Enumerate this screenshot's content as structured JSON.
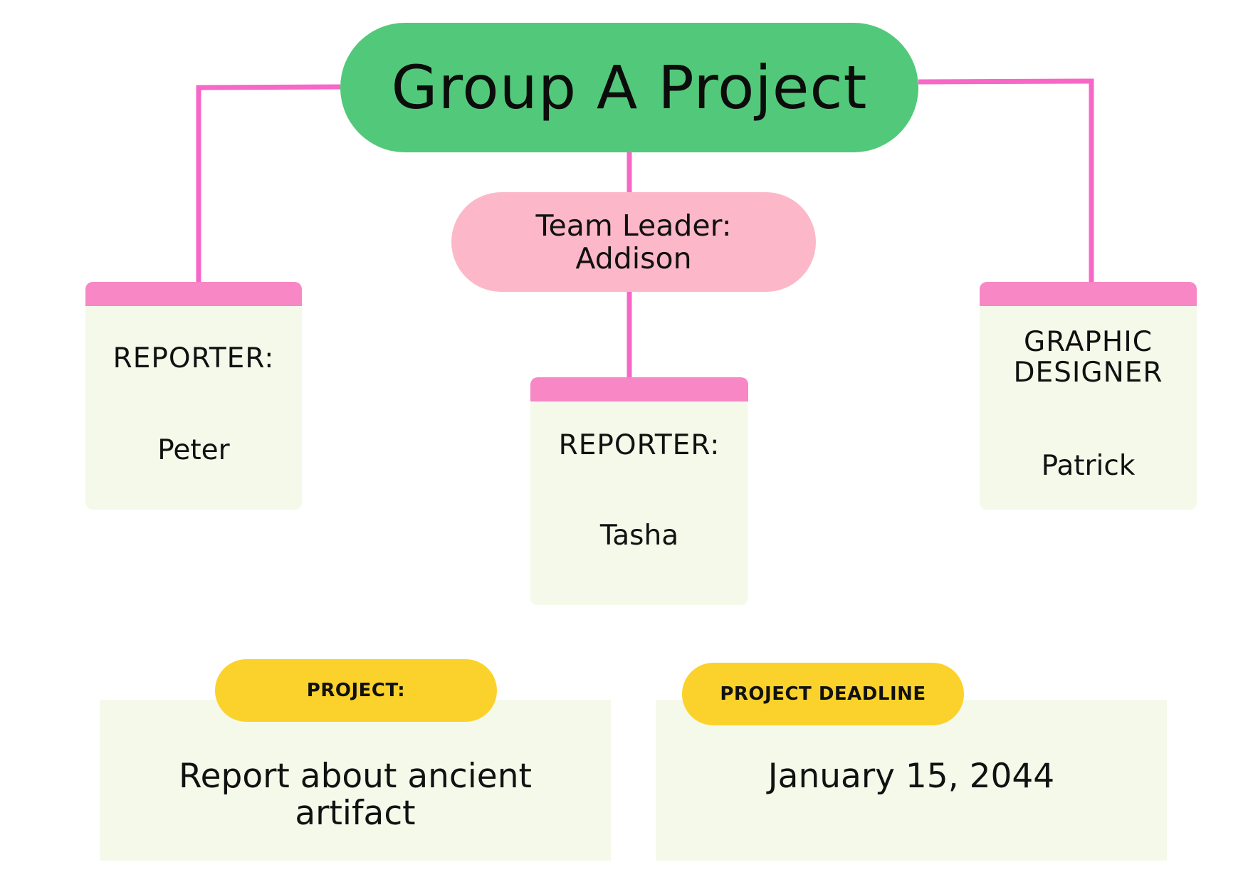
{
  "title": "Group A Project",
  "team_leader": {
    "line1": "Team Leader:",
    "line2": "Addison"
  },
  "members": [
    {
      "role": "REPORTER:",
      "name": "Peter"
    },
    {
      "role": "REPORTER:",
      "name": "Tasha"
    },
    {
      "role_line1": "GRAPHIC",
      "role_line2": "DESIGNER",
      "name": "Patrick"
    }
  ],
  "project": {
    "label": "PROJECT:",
    "value_line1": "Report about ancient",
    "value_line2": "artifact"
  },
  "deadline": {
    "label": "PROJECT DEADLINE",
    "value": "January 15, 2044"
  },
  "colors": {
    "title_pill": "#52c97a",
    "leader_pill": "#fcb8c8",
    "connector": "#f767c8",
    "card_tab": "#f887c6",
    "card_body": "#f5f9ea",
    "badge": "#fbd22b"
  }
}
